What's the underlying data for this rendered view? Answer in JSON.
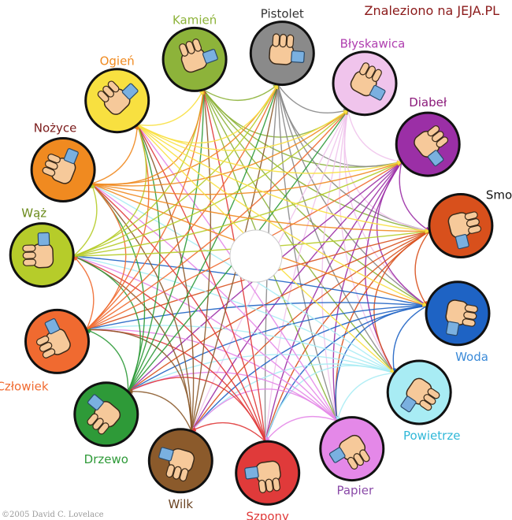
{
  "watermark": "Znaleziono na JEJA.PL",
  "copyright": "©2005 David C. Lovelace",
  "gestures": [
    {
      "name": "Kamień",
      "color": "#8db33a",
      "label_color": "#8db33a"
    },
    {
      "name": "Pistolet",
      "color": "#8a8a8a",
      "label_color": "#333333"
    },
    {
      "name": "Błyskawica",
      "color": "#f0c4ec",
      "label_color": "#b040b0"
    },
    {
      "name": "Diabeł",
      "color": "#9b2fa6",
      "label_color": "#8b1a7a"
    },
    {
      "name": "Smoki",
      "color": "#d8501c",
      "label_color": "#111111"
    },
    {
      "name": "Woda",
      "color": "#1e63c4",
      "label_color": "#3a8ad8"
    },
    {
      "name": "Powietrze",
      "color": "#a8ecf4",
      "label_color": "#30b8d8"
    },
    {
      "name": "Papier",
      "color": "#e488e8",
      "label_color": "#8a4aa8"
    },
    {
      "name": "Szpony",
      "color": "#e03a3a",
      "label_color": "#e03a3a"
    },
    {
      "name": "Wilk",
      "color": "#8b5a2b",
      "label_color": "#6b4423"
    },
    {
      "name": "Drzewo",
      "color": "#2e9a38",
      "label_color": "#2e9a38"
    },
    {
      "name": "Człowiek",
      "color": "#f06a30",
      "label_color": "#f06a30"
    },
    {
      "name": "Wąż",
      "color": "#b6cc2a",
      "label_color": "#6a8a1a"
    },
    {
      "name": "Nożyce",
      "color": "#f08a20",
      "label_color": "#7a1a1a"
    },
    {
      "name": "Ogień",
      "color": "#f8e040",
      "label_color": "#f08a20"
    }
  ]
}
